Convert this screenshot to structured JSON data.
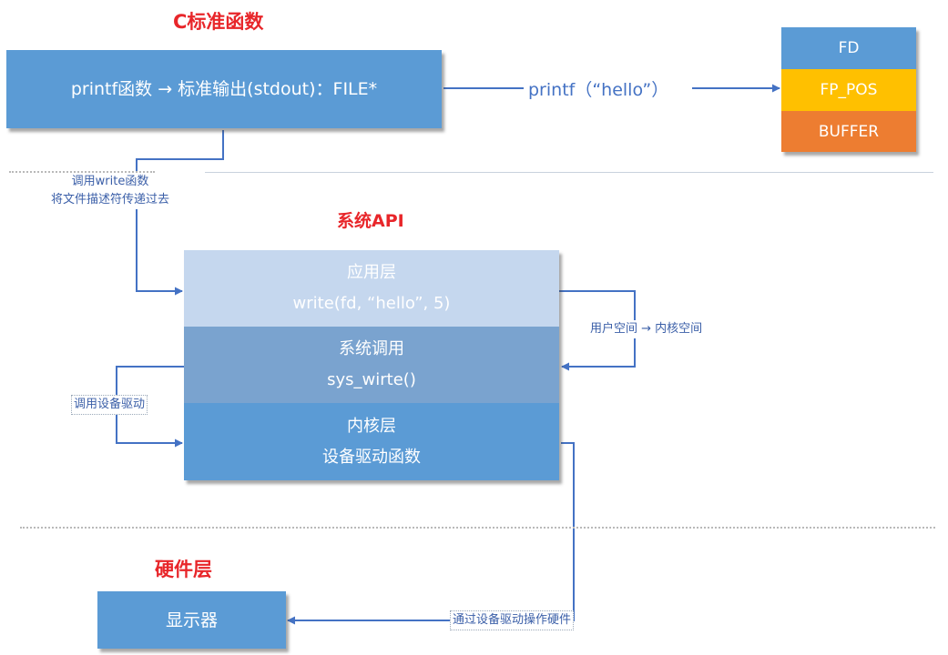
{
  "titles": {
    "c_std": "C标准函数",
    "sys_api": "系统API",
    "hardware": "硬件层"
  },
  "printf_box": {
    "text": "printf函数 → 标准输出(stdout)：FILE*"
  },
  "printf_arrow_label": "printf（“hello”）",
  "file_struct": [
    "FD",
    "FP_POS",
    "BUFFER"
  ],
  "notes": {
    "call_write_1": "调用write函数",
    "call_write_2": "将文件描述符传递过去",
    "call_driver": "调用设备驱动",
    "user_to_kernel": "用户空间 → 内核空间",
    "via_driver": "通过设备驱动操作硬件"
  },
  "layers": {
    "app_title": "应用层",
    "app_call": "write(fd, “hello”, 5)",
    "syscall_title": "系统调用",
    "syscall_call": "sys_wirte()",
    "kernel_title": "内核层",
    "kernel_desc": "设备驱动函数"
  },
  "display_box": "显示器",
  "colors": {
    "title_red": "#e8262a",
    "box_blue": "#5b9bd5",
    "fd_blue": "#5b9bd5",
    "fp_yellow": "#ffc000",
    "buffer_orange": "#ed7d31",
    "app_light": "#c5d7ee",
    "syscall_mid": "#7aa3cf",
    "kernel_blue": "#5b9bd5",
    "line_blue": "#4472c4"
  }
}
